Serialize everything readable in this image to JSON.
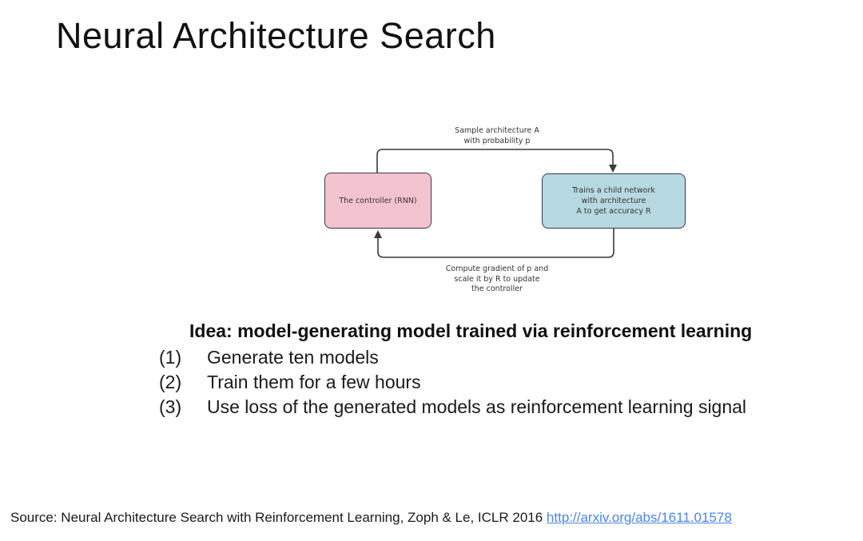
{
  "slide": {
    "title": "Neural Architecture Search"
  },
  "diagram": {
    "top_label": {
      "line1": "Sample architecture A",
      "line2": "with probability p"
    },
    "controller_box": {
      "label": "The controller (RNN)",
      "fill": "#f4c3d0",
      "border": "#3a3a3a"
    },
    "child_box": {
      "line1": "Trains a child network",
      "line2": "with architecture",
      "line3": "A to get accuracy R",
      "fill": "#b7d9e2",
      "border": "#3a3a3a"
    },
    "bottom_label": {
      "line1": "Compute gradient of p and",
      "line2": "scale it by R to update",
      "line3": "the controller"
    },
    "arrow_color": "#3a3a3a"
  },
  "idea": {
    "heading": "Idea: model-generating model trained via reinforcement learning",
    "items": [
      {
        "num": "(1)",
        "text": "Generate ten models"
      },
      {
        "num": "(2)",
        "text": "Train them for a few hours"
      },
      {
        "num": "(3)",
        "text": "Use loss of the generated models as reinforcement learning signal"
      }
    ]
  },
  "source": {
    "text": "Source: Neural Architecture Search with Reinforcement Learning, Zoph & Le, ICLR 2016 ",
    "link": "http://arxiv.org/abs/1611.01578",
    "link_color": "#4a86e8"
  }
}
